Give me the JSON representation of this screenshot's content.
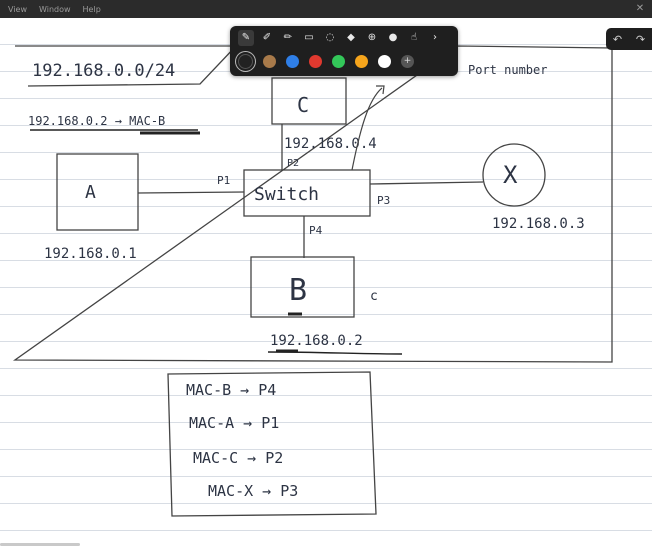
{
  "menu": {
    "items": [
      "View",
      "Window",
      "Help"
    ]
  },
  "toolbar": {
    "tools": [
      "pen-icon",
      "marker-icon",
      "pencil-icon",
      "eraser-icon",
      "lasso-icon",
      "shape-icon",
      "add-icon",
      "mic-icon",
      "pointer-icon",
      "more-icon"
    ],
    "colors": [
      "#222222",
      "#a87a4a",
      "#2f7fe8",
      "#e0392f",
      "#33c759",
      "#f6a51c",
      "#ffffff",
      "#8e8e8e"
    ],
    "selected_color": "#222222"
  },
  "undo": {
    "undo_icon": "undo-icon",
    "redo_icon": "redo-icon"
  },
  "notes": {
    "subnet": "192.168.0.0/24",
    "arp_mapping": "192.168.0.2 → MAC-B",
    "port_number": "Port number",
    "switch_label": "Switch",
    "node_a": "A",
    "node_b": "B",
    "node_c": "C",
    "node_x": "X",
    "ip_a": "192.168.0.1",
    "ip_b": "192.168.0.2",
    "ip_c": "192.168.0.4",
    "ip_x": "192.168.0.3",
    "port_p1": "P1",
    "port_p2": "P2",
    "port_p3": "P3",
    "port_p4": "P4",
    "stray_mark": "c"
  },
  "mac_table": [
    "MAC-B → P4",
    "MAC-A → P1",
    "MAC-C → P2",
    "MAC-X → P3"
  ]
}
